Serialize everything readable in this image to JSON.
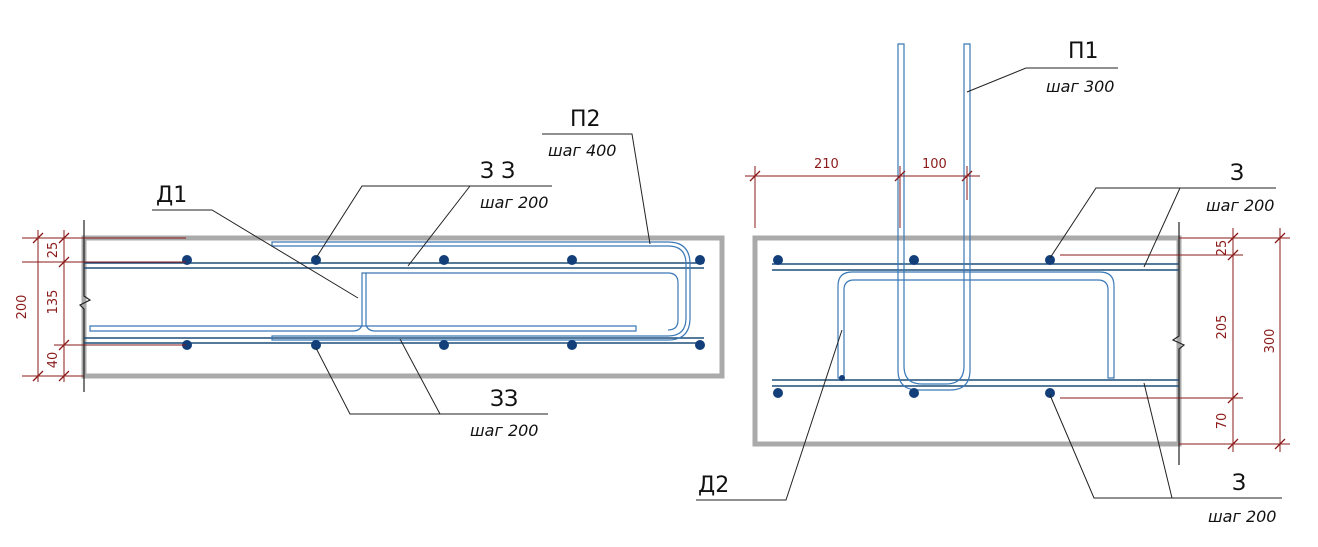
{
  "labels": {
    "p1": "П1",
    "p2": "П2",
    "d1": "Д1",
    "d2": "Д2",
    "z_top_left": "З З",
    "z_bottom_left": "ЗЗ",
    "z_top_right": "З",
    "z_bottom_right": "З"
  },
  "steps": {
    "p1": "шаг 300",
    "p2": "шаг 400",
    "z_top_left": "шаг 200",
    "z_bottom_left": "шаг 200",
    "z_top_right": "шаг 200",
    "z_bottom_right": "шаг 200"
  },
  "dimensions": {
    "left_total": "200",
    "left_top": "25",
    "left_middle": "135",
    "left_bottom": "40",
    "right_total": "300",
    "right_top": "25",
    "right_middle": "205",
    "right_bottom": "70",
    "top_a": "210",
    "top_b": "100"
  },
  "colors": {
    "concrete": "#aaaaaa",
    "rebar": "#1f4e79",
    "dimension": "#8b1a1a"
  }
}
